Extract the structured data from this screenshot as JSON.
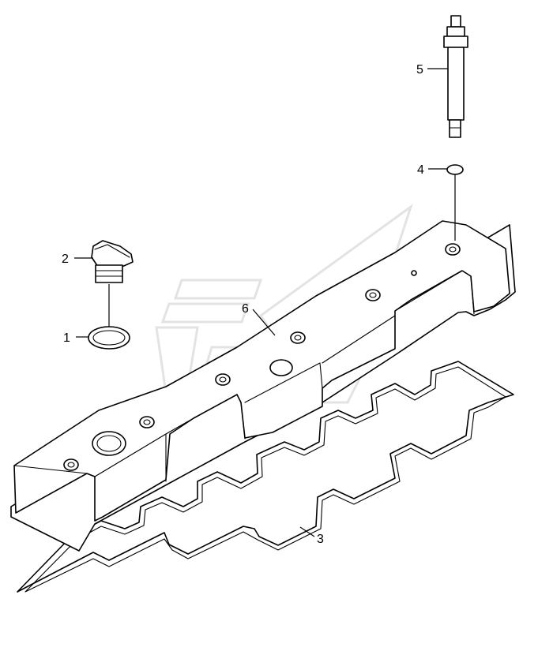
{
  "callouts": [
    {
      "id": "1",
      "text": "1"
    },
    {
      "id": "2",
      "text": "2"
    },
    {
      "id": "3",
      "text": "3"
    },
    {
      "id": "4",
      "text": "4"
    },
    {
      "id": "5",
      "text": "5"
    },
    {
      "id": "6",
      "text": "6"
    }
  ],
  "colors": {
    "line": "#000000",
    "background": "#ffffff",
    "watermark": "#e3e3e3"
  }
}
